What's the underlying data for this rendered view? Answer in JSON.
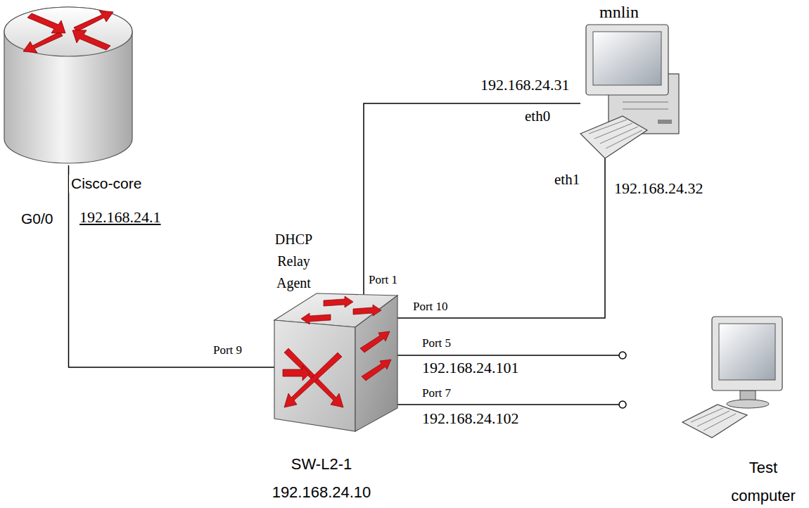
{
  "diagram": {
    "nodes": [
      {
        "text": [
          "Cisco-core"
        ]
      },
      {
        "text": [
          "mnlin"
        ]
      },
      {
        "text": [
          "DHCP Relay Agent",
          "SW-L2-1 192.168.24.10"
        ]
      },
      {
        "text": [
          "Test computer"
        ]
      }
    ],
    "edges": [
      {
        "from": 0,
        "to": 2,
        "arrow": "none"
      },
      {
        "from": 2,
        "to": 1,
        "arrow": "none"
      },
      {
        "from": 2,
        "to": 1,
        "arrow": "none"
      }
    ],
    "labels": [
      "G0/0",
      "192.168.24.1",
      "Port 9",
      "Port 1",
      "Port 10",
      "192.168.24.31",
      "eth0",
      "eth1",
      "192.168.24.32",
      "Port 5",
      "192.168.24.101",
      "Port 7",
      "192.168.24.102"
    ]
  }
}
